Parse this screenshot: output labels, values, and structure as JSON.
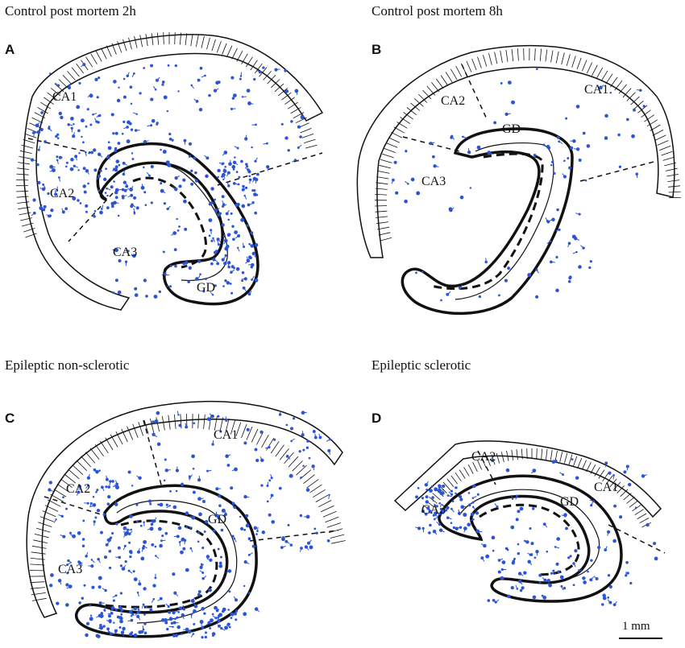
{
  "panels": [
    {
      "letter": "A",
      "caption": "Control post mortem 2h",
      "regions": [
        "CA1",
        "CA2",
        "CA3",
        "GD"
      ]
    },
    {
      "letter": "B",
      "caption": "Control post mortem 8h",
      "regions": [
        "CA1",
        "CA2",
        "CA3",
        "GD"
      ]
    },
    {
      "letter": "C",
      "caption": "Epileptic non-sclerotic",
      "regions": [
        "CA1",
        "CA2",
        "CA3",
        "GD"
      ]
    },
    {
      "letter": "D",
      "caption": "Epileptic sclerotic",
      "regions": [
        "CA1",
        "CA2",
        "CA3",
        "GD"
      ]
    }
  ],
  "scale_bar": {
    "label": "1 mm"
  },
  "colors": {
    "cells": "#2b55d6",
    "ink": "#111111",
    "paper": "#ffffff"
  },
  "cell_density": {
    "A": "high",
    "B": "low",
    "C": "high",
    "D": "medium"
  }
}
